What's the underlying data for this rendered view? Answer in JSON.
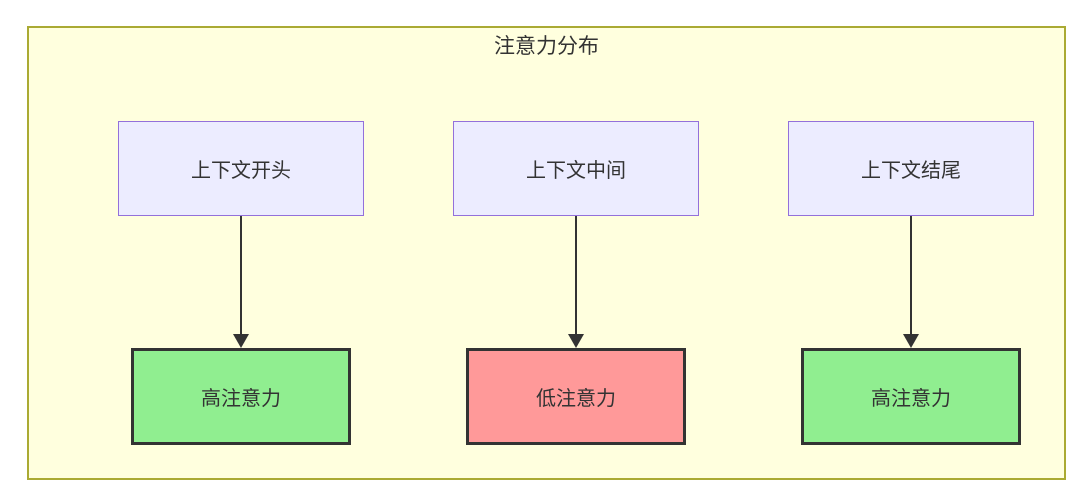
{
  "diagram": {
    "title": "注意力分布",
    "group": {
      "background": "#ffffde",
      "border_color": "#aaaa33"
    },
    "colors": {
      "source_fill": "#ECECFF",
      "source_border": "#9370DB",
      "high_fill": "#90EE90",
      "low_fill": "#FF9999",
      "sink_border": "#333333",
      "arrow": "#333333",
      "text": "#333333"
    },
    "columns": [
      {
        "source": "上下文开头",
        "target": "高注意力",
        "attention": "high"
      },
      {
        "source": "上下文中间",
        "target": "低注意力",
        "attention": "low"
      },
      {
        "source": "上下文结尾",
        "target": "高注意力",
        "attention": "high"
      }
    ]
  }
}
